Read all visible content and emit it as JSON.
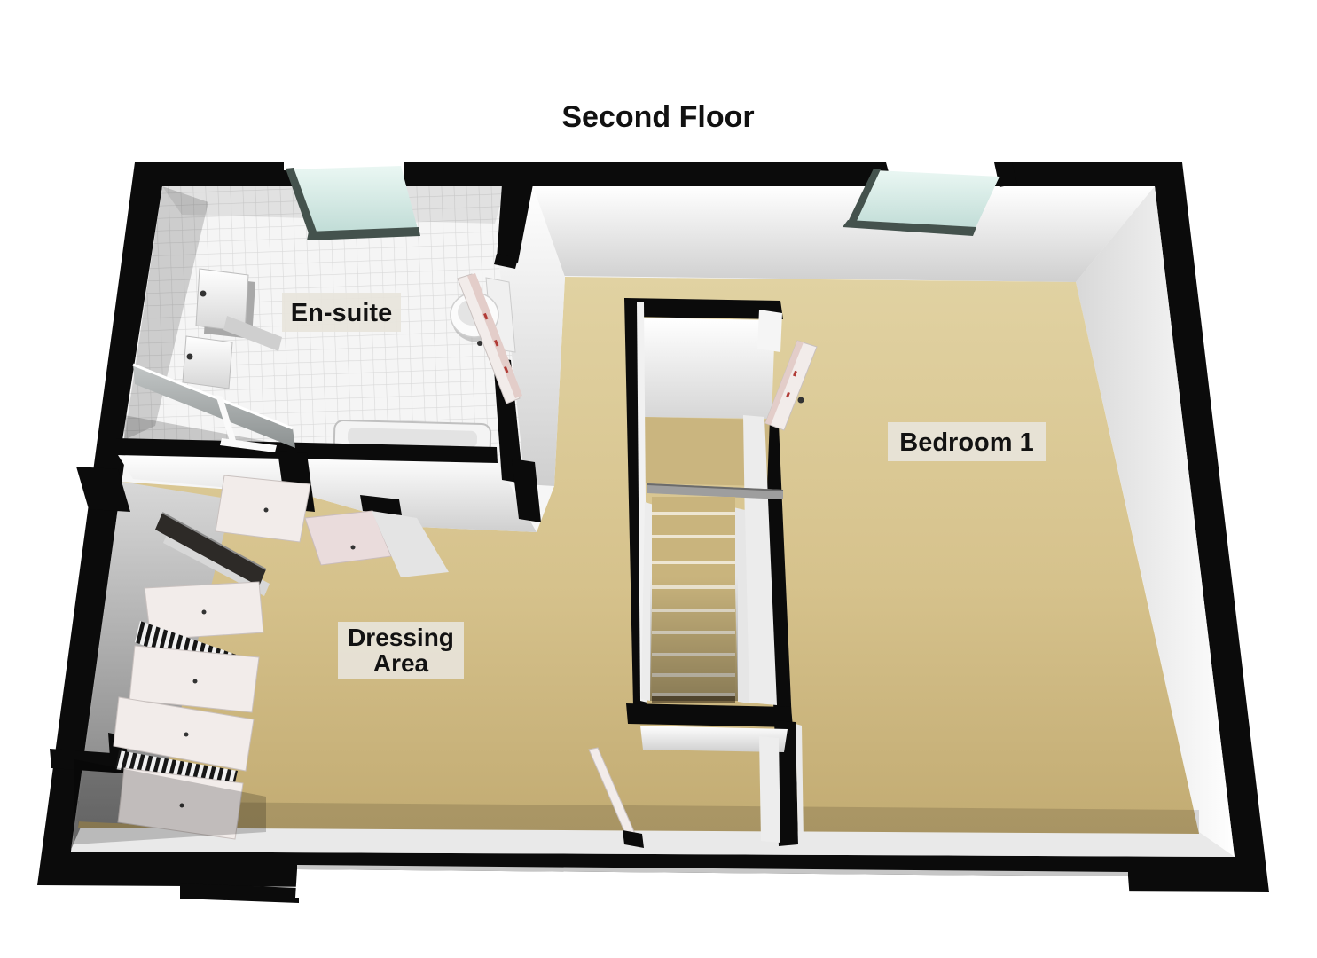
{
  "plan": {
    "title": "Second Floor",
    "rooms": [
      {
        "name": "En-suite"
      },
      {
        "name": "Bedroom 1"
      },
      {
        "name": "Dressing Area",
        "lines": [
          "Dressing",
          "Area"
        ]
      }
    ]
  },
  "colors": {
    "wall": "#0b0b0b",
    "carpet": "#d8c591",
    "carpetDeep": "#c1ab73",
    "tile": "#f5f5f5",
    "tileLine": "#d9d9d9",
    "glass": "#dceee9",
    "glassFrame": "#44524d",
    "labelBg": "#e8e4dc",
    "labelText": "#121212",
    "doorWhite": "#f2ecea",
    "doorPinkEdge": "#e3cdc9",
    "doorRedFleck": "#b13b36",
    "stairTread": "#c9b47d",
    "stairEdge": "#eee6d2",
    "clothesDark": "#161616",
    "interiorGray": "#9c9c9c"
  }
}
